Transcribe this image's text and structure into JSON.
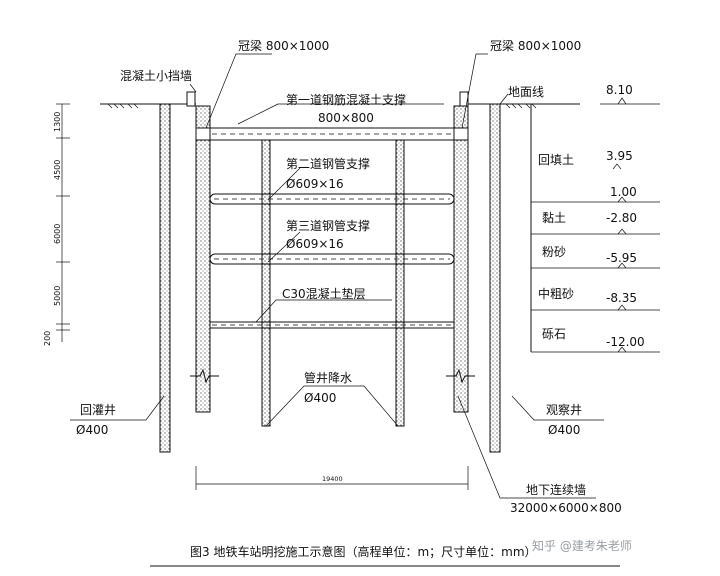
{
  "labels": {
    "crown_left": "冠梁 800×1000",
    "crown_right": "冠梁 800×1000",
    "small_wall": "混凝土小挡墙",
    "ground_line": "地面线",
    "strut1_name": "第一道钢筋混凝土支撑",
    "strut1_size": "800×800",
    "strut2_name": "第二道钢管支撑",
    "strut2_size": "Ø609×16",
    "strut3_name": "第三道钢管支撑",
    "strut3_size": "Ø609×16",
    "cushion": "C30混凝土垫层",
    "dewater_name": "管井降水",
    "dewater_size": "Ø400",
    "recharge_name": "回灌井",
    "recharge_size": "Ø400",
    "observe_name": "观察井",
    "observe_size": "Ø400",
    "diaphragm_name": "地下连续墙",
    "diaphragm_size": "32000×6000×800",
    "width_dim": "19400",
    "caption": "图3 地铁车站明挖施工示意图（高程单位：m；尺寸单位：mm）",
    "watermark": "知乎 @建考朱老师"
  },
  "depth_dims": [
    "1300",
    "4500",
    "6000",
    "5000",
    "200"
  ],
  "strata": [
    {
      "name": "回填土",
      "top": "3.95",
      "bottom": "1.00"
    },
    {
      "name": "黏土",
      "bottom": "-2.80"
    },
    {
      "name": "粉砂",
      "bottom": "-5.95"
    },
    {
      "name": "中粗砂",
      "bottom": "-8.35"
    },
    {
      "name": "砾石",
      "bottom": "-12.00"
    }
  ],
  "ground_elevation": "8.10"
}
